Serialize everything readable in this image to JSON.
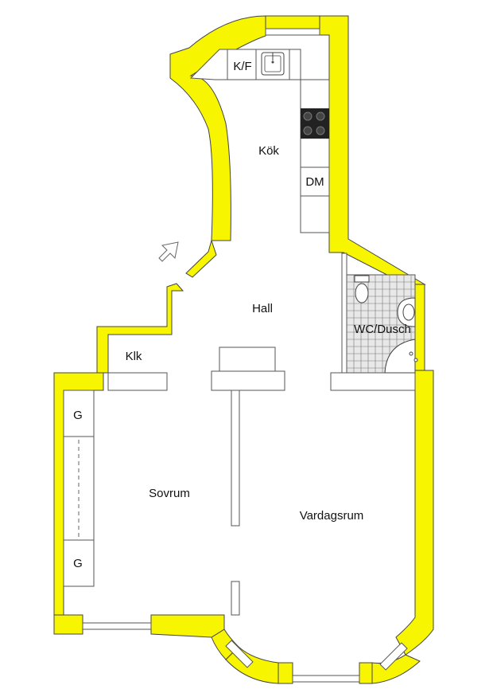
{
  "colors": {
    "wall": "#f7f500",
    "wall_outline": "#444444",
    "fixture_fill": "#ffffff",
    "tile_fill": "#e8e8e8",
    "stove": "#222222"
  },
  "rooms": {
    "kitchen": "Kök",
    "hall": "Hall",
    "bathroom": "WC/Dusch",
    "closet": "Klk",
    "bedroom": "Sovrum",
    "living": "Vardagsrum"
  },
  "fixtures": {
    "fridge_freezer": "K/F",
    "dishwasher": "DM",
    "wardrobe_top": "G",
    "wardrobe_bottom": "G"
  },
  "icons": {
    "entrance": "entrance-arrow-icon",
    "sink": "kitchen-sink-icon",
    "stove": "stove-icon",
    "toilet": "toilet-icon",
    "basin": "wash-basin-icon",
    "shower": "shower-icon"
  }
}
